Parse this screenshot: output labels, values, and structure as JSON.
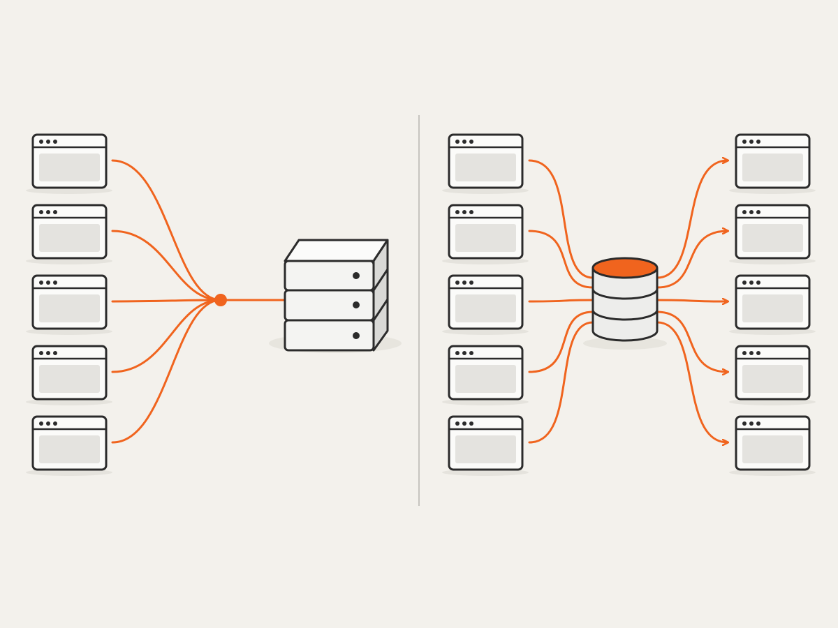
{
  "colors": {
    "background": "#f3f1ec",
    "accent": "#f0641e",
    "outline": "#2b2b2b",
    "window_fill": "#fbfbf9",
    "window_content": "#e4e3df"
  },
  "icons": {
    "window": "browser-window-icon",
    "server": "server-stack-icon",
    "database": "database-icon",
    "junction": "junction-dot-icon",
    "arrowhead": "arrow-head-icon"
  },
  "left_panel": {
    "client_count": 5,
    "target": "server",
    "merge_point": "single-junction"
  },
  "right_panel": {
    "input_count": 5,
    "output_count": 5,
    "hub": "database",
    "outputs_have_arrows": true
  }
}
